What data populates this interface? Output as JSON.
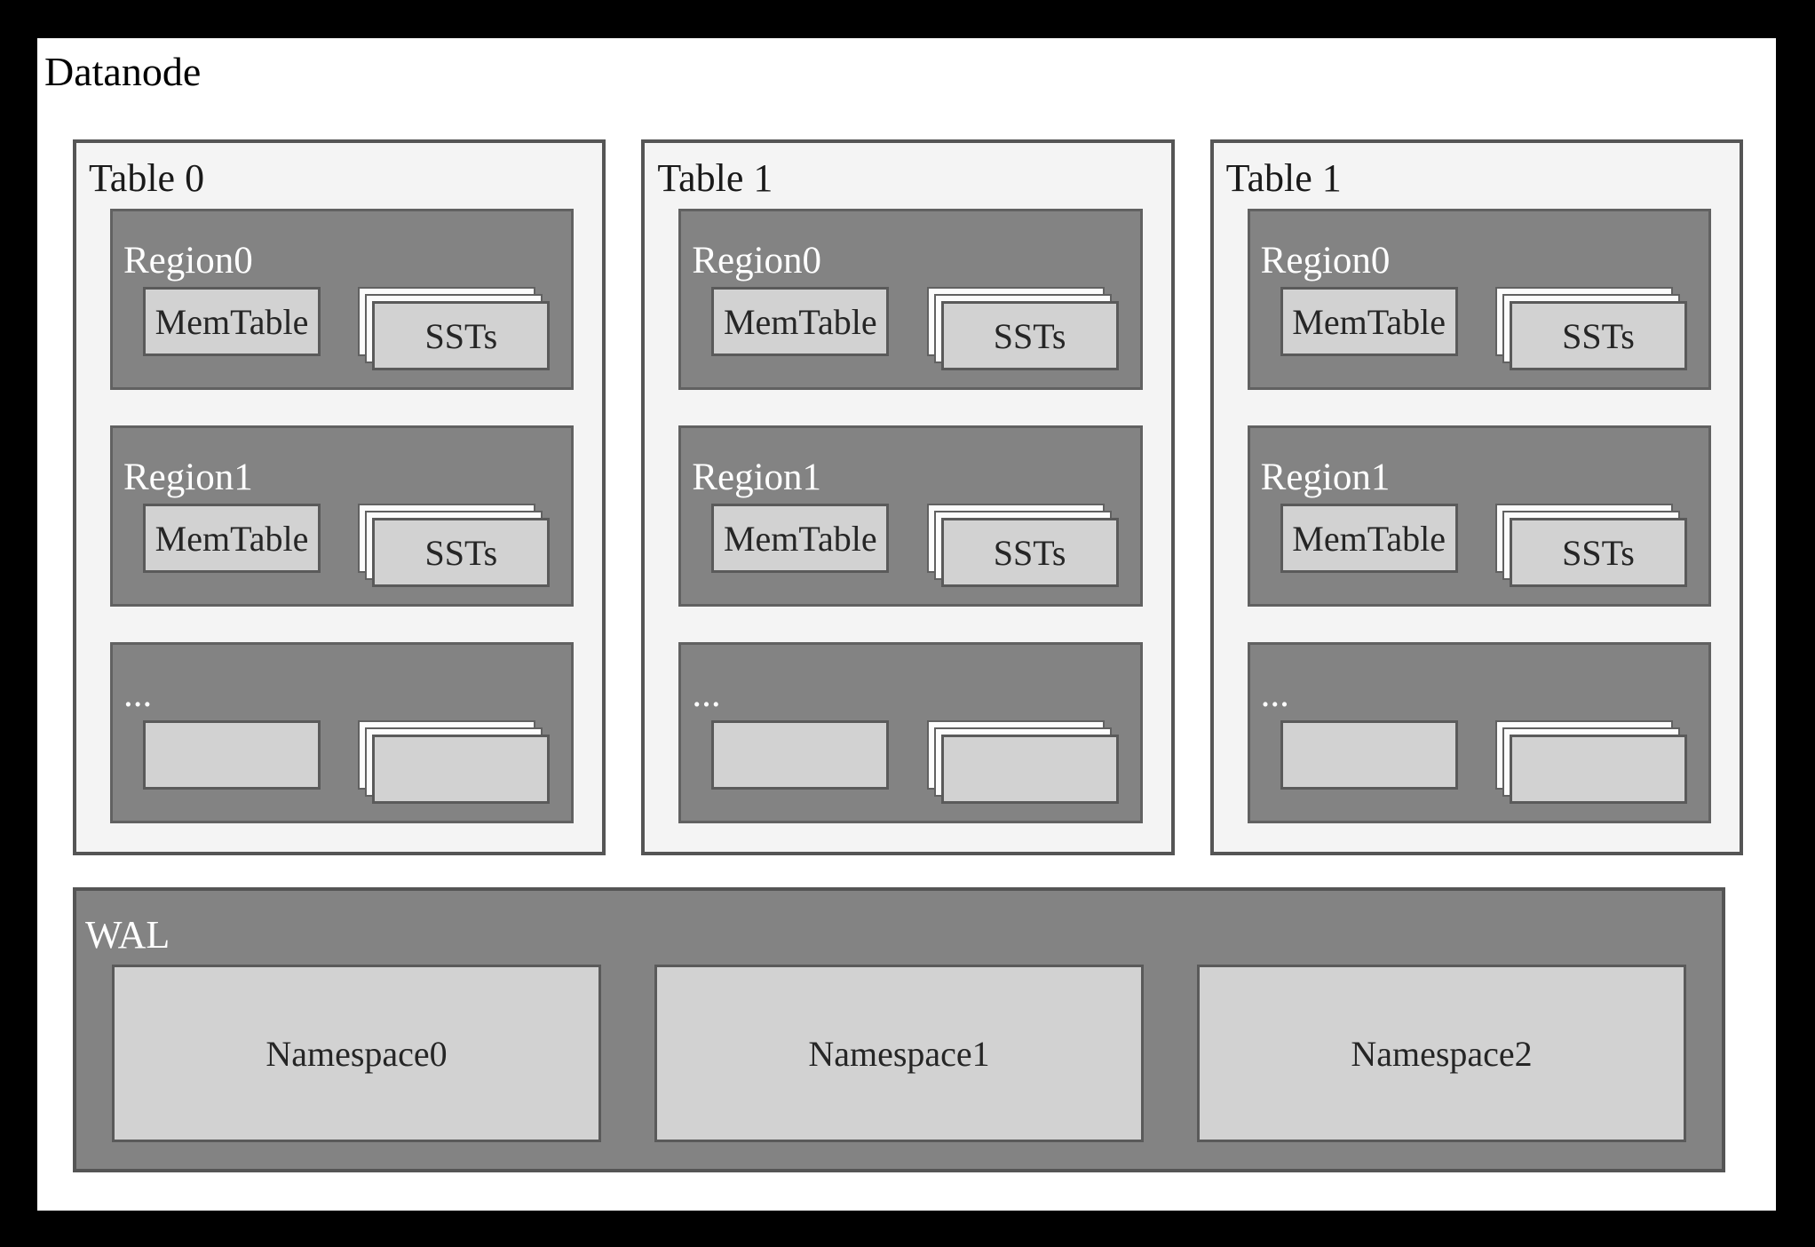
{
  "title": "Datanode",
  "tables": [
    {
      "label": "Table 0",
      "regions": [
        {
          "label": "Region0",
          "memtable": "MemTable",
          "ssts": "SSTs"
        },
        {
          "label": "Region1",
          "memtable": "MemTable",
          "ssts": "SSTs"
        },
        {
          "label": "...",
          "memtable": "",
          "ssts": ""
        }
      ]
    },
    {
      "label": "Table 1",
      "regions": [
        {
          "label": "Region0",
          "memtable": "MemTable",
          "ssts": "SSTs"
        },
        {
          "label": "Region1",
          "memtable": "MemTable",
          "ssts": "SSTs"
        },
        {
          "label": "...",
          "memtable": "",
          "ssts": ""
        }
      ]
    },
    {
      "label": "Table 1",
      "regions": [
        {
          "label": "Region0",
          "memtable": "MemTable",
          "ssts": "SSTs"
        },
        {
          "label": "Region1",
          "memtable": "MemTable",
          "ssts": "SSTs"
        },
        {
          "label": "...",
          "memtable": "",
          "ssts": ""
        }
      ]
    }
  ],
  "wal": {
    "label": "WAL",
    "namespaces": [
      {
        "label": "Namespace0"
      },
      {
        "label": "Namespace1"
      },
      {
        "label": "Namespace2"
      }
    ]
  },
  "colors": {
    "canvas": "#000000",
    "content_bg": "#ffffff",
    "table_fill": "#f4f4f4",
    "table_stroke": "#555555",
    "region_fill": "#838383",
    "region_stroke": "#616161",
    "box_fill": "#d2d2d2",
    "box_stroke": "#5a5a5a",
    "stack_back_fill": "#fcfcfc",
    "text_dark": "#262626",
    "text_light": "#ffffff",
    "title_color": "#000000"
  }
}
